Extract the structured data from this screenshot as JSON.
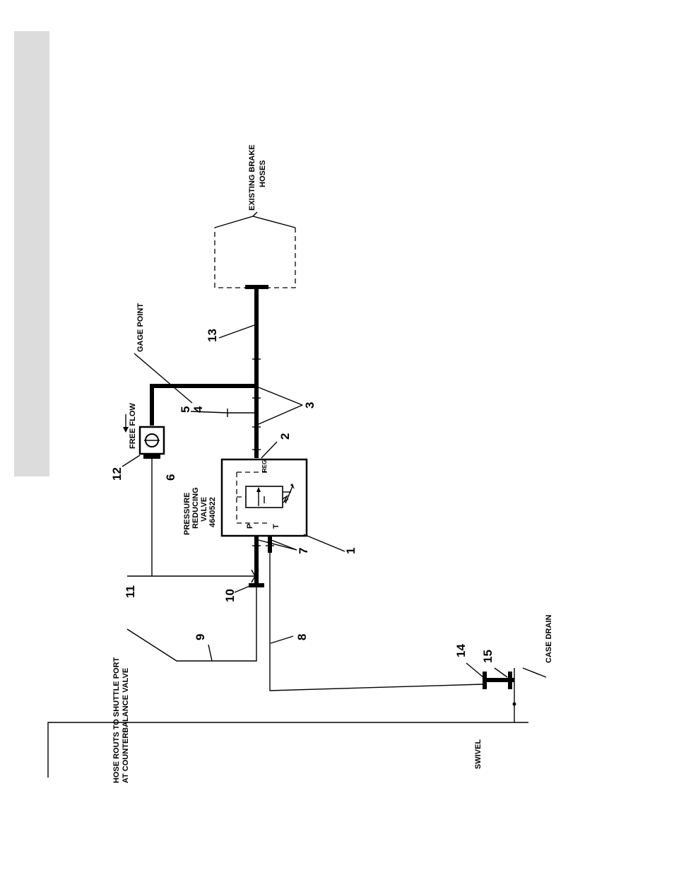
{
  "labels": {
    "hose_routs": [
      "HOSE ROUTS TO SHUTTLE PORT",
      "AT COUNTERBALANCE VALVE"
    ],
    "swivel": "SWIVEL",
    "case_drain": "CASE DRAIN",
    "pressure_reducing_valve": [
      "PRESSURE",
      "REDUCING",
      "VALVE",
      "4640522"
    ],
    "port_p": "P",
    "port_t": "T",
    "port_reg": "REG",
    "free_flow": "FREE FLOW",
    "gage_point": "GAGE POINT",
    "existing_brake_hoses": [
      "EXISTING BRAKE",
      "HOSES"
    ]
  },
  "callouts": {
    "n1": "1",
    "n2": "2",
    "n3": "3",
    "n4": "4",
    "n5": "5",
    "n6": "6",
    "n7": "7",
    "n8": "8",
    "n9": "9",
    "n10": "10",
    "n11": "11",
    "n12": "12",
    "n13": "13",
    "n14": "14",
    "n15": "15"
  }
}
